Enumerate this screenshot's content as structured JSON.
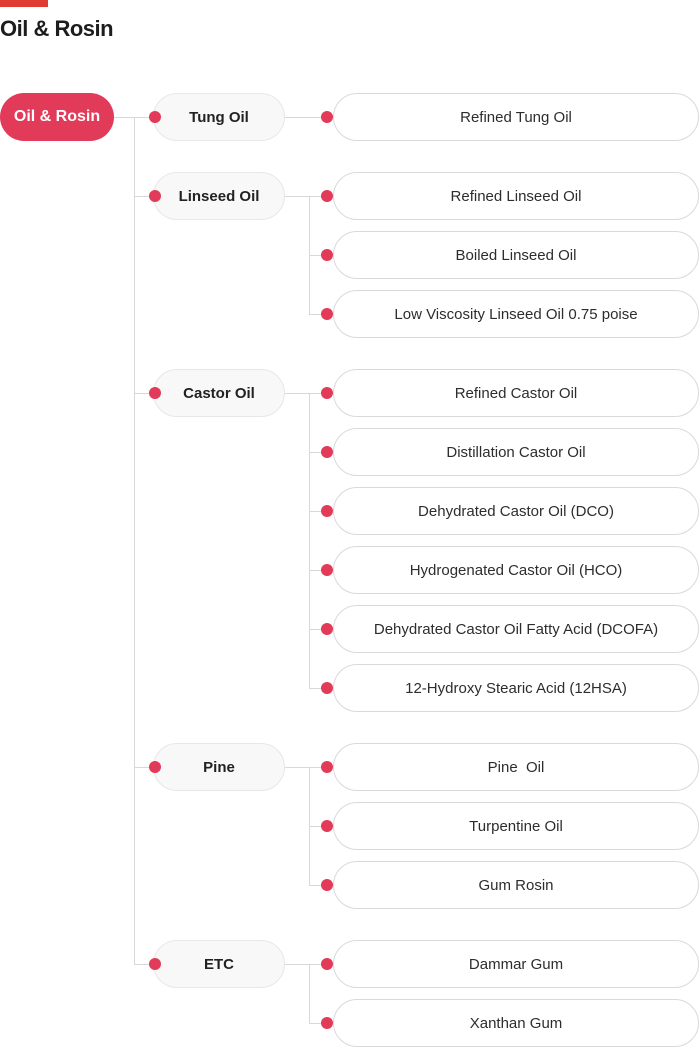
{
  "header": {
    "title": "Oil & Rosin",
    "accent_bar_color": "#e03b31"
  },
  "tree": {
    "root": {
      "label": "Oil & Rosin"
    },
    "sections": [
      {
        "category": "Tung Oil",
        "children": [
          "Refined Tung Oil"
        ]
      },
      {
        "category": "Linseed Oil",
        "children": [
          "Refined Linseed Oil",
          "Boiled Linseed Oil",
          "Low Viscosity Linseed Oil 0.75 poise"
        ]
      },
      {
        "category": "Castor Oil",
        "children": [
          "Refined Castor Oil",
          "Distillation Castor Oil",
          "Dehydrated Castor Oil (DCO)",
          "Hydrogenated Castor Oil (HCO)",
          "Dehydrated Castor Oil Fatty Acid (DCOFA)",
          "12-Hydroxy Stearic Acid (12HSA)"
        ]
      },
      {
        "category": "Pine",
        "children": [
          "Pine  Oil",
          "Turpentine Oil",
          "Gum Rosin"
        ]
      },
      {
        "category": "ETC",
        "children": [
          "Dammar Gum",
          "Xanthan Gum"
        ]
      }
    ],
    "colors": {
      "root_pill": "#e23a59",
      "node_dot": "#e23a59",
      "connector_line": "#d8d8d8",
      "category_bg": "#f8f8f8",
      "category_border": "#e7e7e7",
      "leaf_border": "#d9d9d9"
    }
  }
}
